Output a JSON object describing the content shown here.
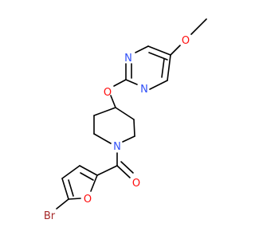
{
  "atoms": [
    {
      "id": "O_methoxy",
      "symbol": "O",
      "color": "#ff0d0d"
    },
    {
      "id": "N_top",
      "symbol": "N",
      "color": "#3050f8"
    },
    {
      "id": "N_bottom",
      "symbol": "N",
      "color": "#3050f8"
    },
    {
      "id": "O_ether",
      "symbol": "O",
      "color": "#ff0d0d"
    },
    {
      "id": "N_piperidine",
      "symbol": "N",
      "color": "#3050f8"
    },
    {
      "id": "O_carbonyl",
      "symbol": "O",
      "color": "#ff0d0d"
    },
    {
      "id": "O_furan",
      "symbol": "O",
      "color": "#ff0d0d"
    },
    {
      "id": "Br",
      "symbol": "Br",
      "color": "#a62929"
    }
  ]
}
